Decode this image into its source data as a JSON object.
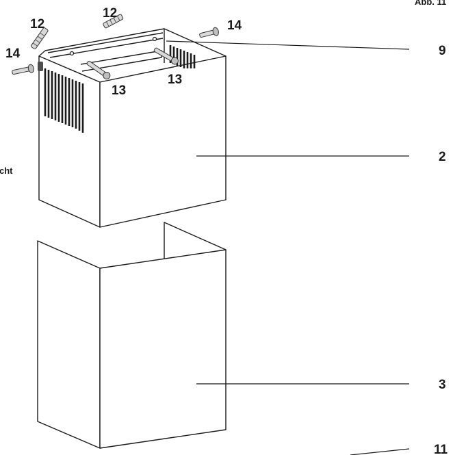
{
  "figure": {
    "caption_partial": "Abb. 11",
    "side_text_partial": "cht"
  },
  "callouts": [
    {
      "id": "label-12-left",
      "text": "12"
    },
    {
      "id": "label-12-right",
      "text": "12"
    },
    {
      "id": "label-14-left",
      "text": "14"
    },
    {
      "id": "label-14-right",
      "text": "14"
    },
    {
      "id": "label-13-left",
      "text": "13"
    },
    {
      "id": "label-13-right",
      "text": "13"
    },
    {
      "id": "label-9",
      "text": "9"
    },
    {
      "id": "label-2",
      "text": "2"
    },
    {
      "id": "label-3",
      "text": "3"
    },
    {
      "id": "label-11",
      "text": "11"
    }
  ]
}
